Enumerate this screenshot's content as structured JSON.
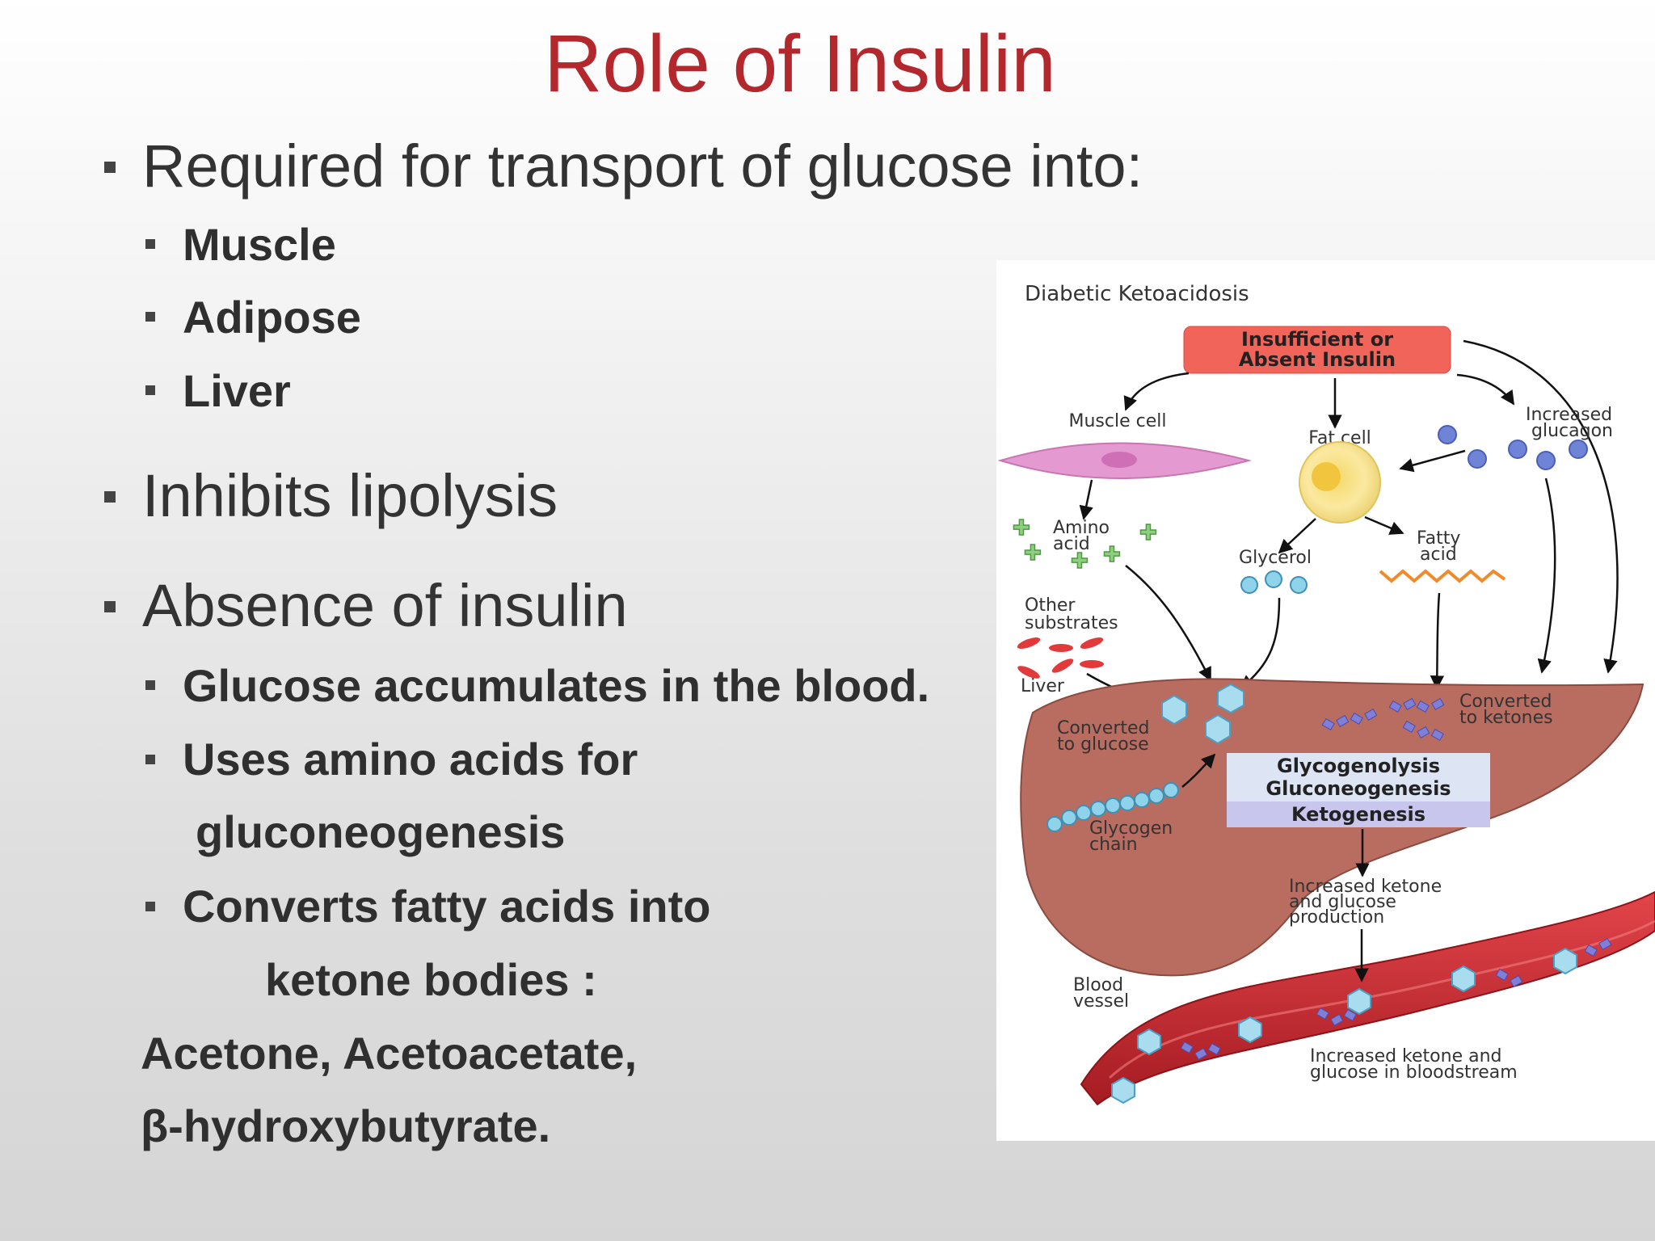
{
  "title": "Role of Insulin",
  "bullets": {
    "b1": "Required for transport of glucose into:",
    "b1_items": [
      "Muscle",
      "Adipose",
      "Liver"
    ],
    "b2": "Inhibits lipolysis",
    "b3": "Absence of insulin",
    "b3_items": {
      "i1": "Glucose accumulates in the blood.",
      "i2_line1": "Uses amino acids for",
      "i2_line2": "gluconeogenesis",
      "i3_line1": "Converts fatty acids into",
      "i3_line2": "ketone bodies :",
      "i3_line3": "Acetone, Acetoacetate,",
      "i3_line4": "β-hydroxybutyrate."
    }
  },
  "diagram": {
    "title": "Diabetic Ketoacidosis",
    "top_box": [
      "Insufficient or",
      "Absent Insulin"
    ],
    "muscle_cell": "Muscle cell",
    "fat_cell": "Fat cell",
    "glucagon": [
      "Increased",
      "glucagon"
    ],
    "amino_acid": [
      "Amino",
      "acid"
    ],
    "glycerol": "Glycerol",
    "fatty_acid": [
      "Fatty",
      "acid"
    ],
    "other_substrates": [
      "Other",
      "substrates"
    ],
    "liver": "Liver",
    "converted_glucose": [
      "Converted",
      "to glucose"
    ],
    "converted_ketones": [
      "Converted",
      "to ketones"
    ],
    "processes": [
      "Glycogenolysis",
      "Gluconeogenesis",
      "Ketogenesis"
    ],
    "glycogen_chain": [
      "Glycogen",
      "chain"
    ],
    "increased_production": [
      "Increased ketone",
      "and glucose",
      "production"
    ],
    "blood_vessel": [
      "Blood",
      "vessel"
    ],
    "bloodstream": [
      "Increased ketone and",
      "glucose in bloodstream"
    ]
  },
  "colors": {
    "title": "#b3282d",
    "top_box": "#f0645a",
    "liver": "#b86d60",
    "blood_vessel": "#c0242a",
    "process_box": "#dde4f4"
  }
}
